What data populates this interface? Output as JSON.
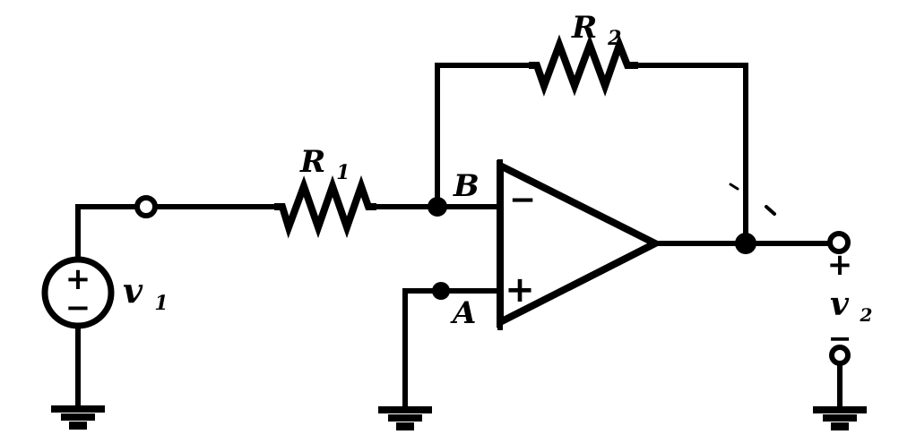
{
  "figure": {
    "description": "Inverting operational amplifier circuit diagram (black ink scan on white)",
    "colors": {
      "ink": "#000000",
      "background": "#ffffff"
    },
    "source_v1": {
      "name": "v",
      "sub": "1",
      "plus": "+",
      "minus": "−"
    },
    "resistor_r1": {
      "name": "R",
      "sub": "1"
    },
    "resistor_r2": {
      "name": "R",
      "sub": "2"
    },
    "node_b": {
      "label": "B"
    },
    "node_a": {
      "label": "A"
    },
    "opamp": {
      "inverting_sign": "−",
      "noninverting_sign": "+"
    },
    "output_v2": {
      "name": "v",
      "sub": "2",
      "plus": "+",
      "minus": "−"
    },
    "grounds": {
      "count": 3
    }
  }
}
